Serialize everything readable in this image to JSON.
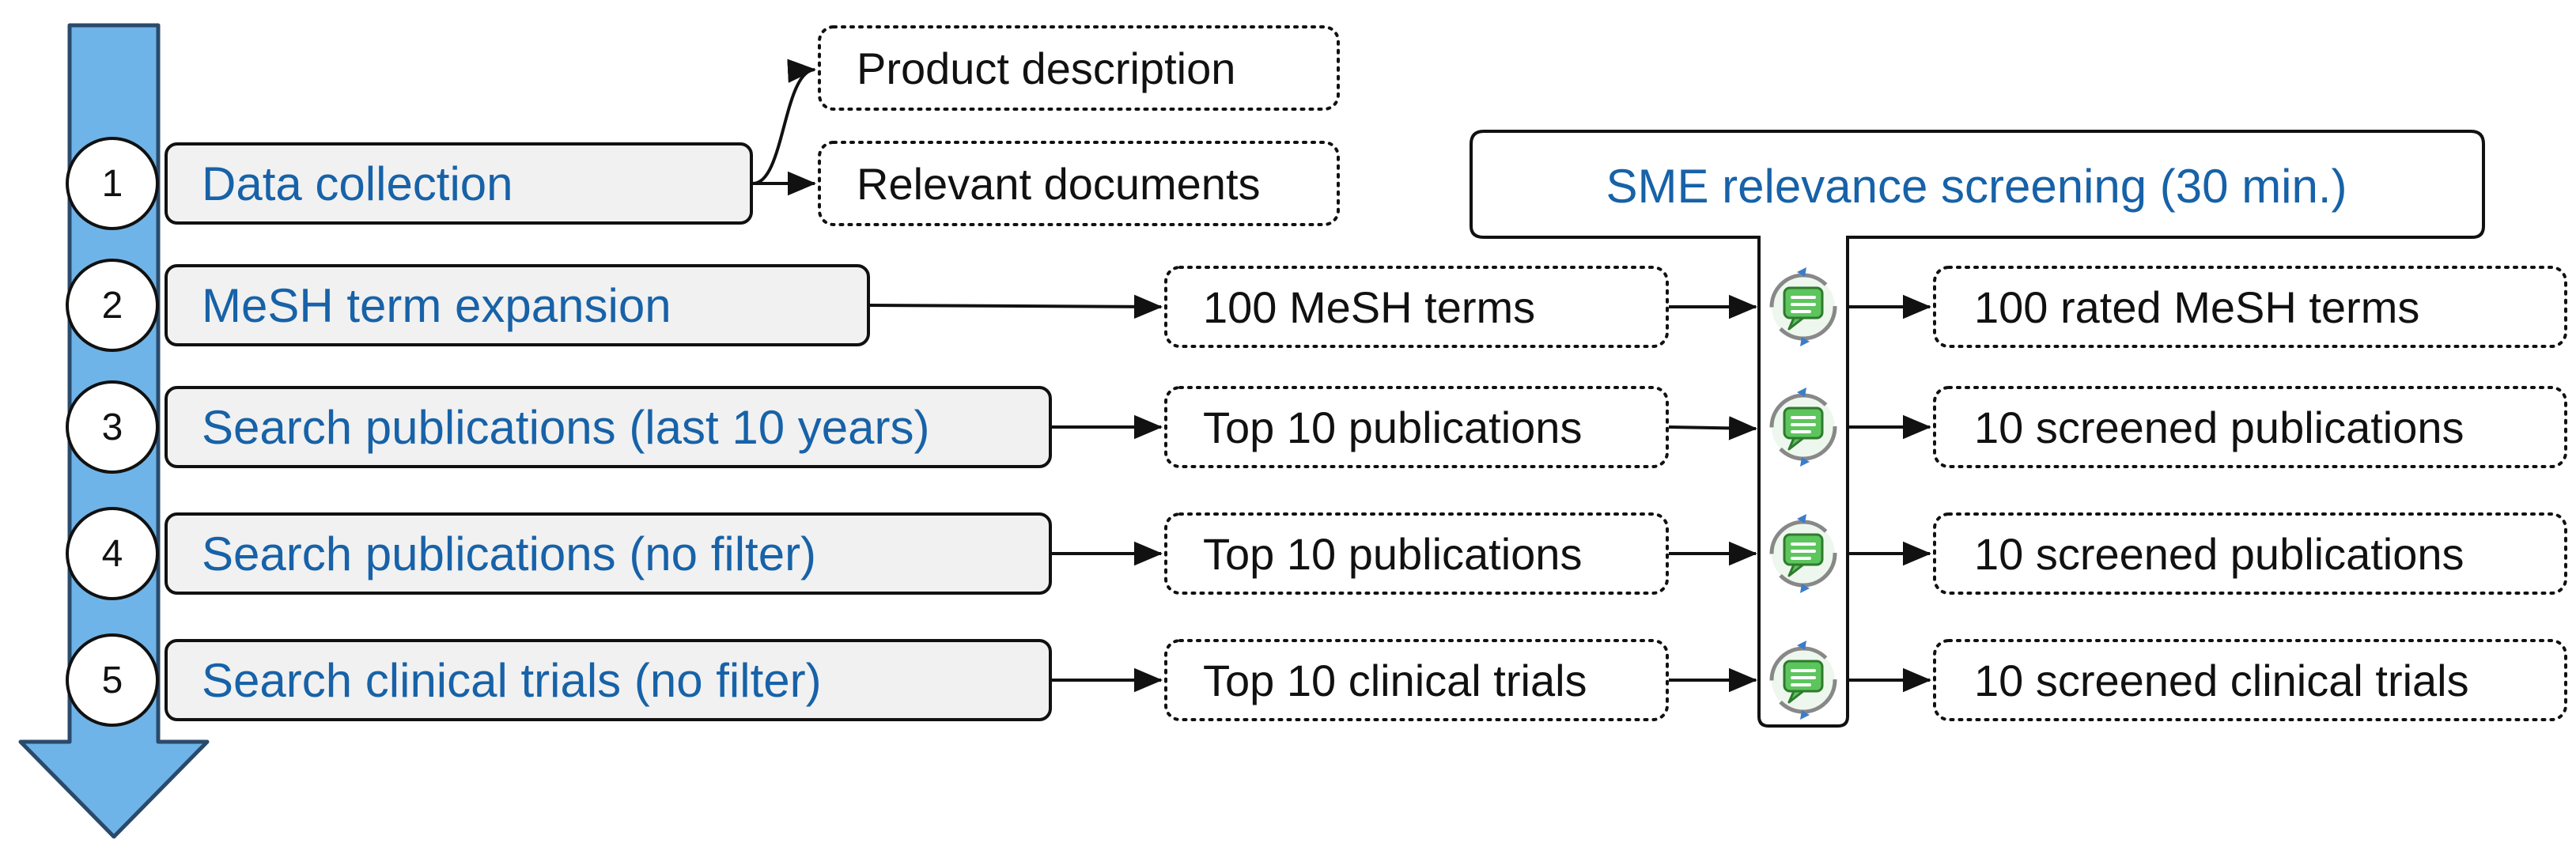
{
  "colors": {
    "process_arrow": "#6fb4e8",
    "step_text": "#1762a8",
    "step_box_fill": "#f1f1f1",
    "chat_icon": "#5cc55c"
  },
  "steps": [
    {
      "number": "1",
      "label": "Data collection"
    },
    {
      "number": "2",
      "label": "MeSH term expansion"
    },
    {
      "number": "3",
      "label": "Search publications (last 10 years)"
    },
    {
      "number": "4",
      "label": "Search publications (no filter)"
    },
    {
      "number": "5",
      "label": "Search clinical trials (no filter)"
    }
  ],
  "collection_outputs": [
    "Product description",
    "Relevant documents"
  ],
  "search_outputs": [
    "100 MeSH terms",
    "Top 10 publications",
    "Top 10 publications",
    "Top 10 clinical trials"
  ],
  "screening": {
    "title": "SME relevance screening (30 min.)",
    "icon": "chat-refresh-icon"
  },
  "screened_outputs": [
    "100 rated MeSH terms",
    "10 screened publications",
    "10 screened publications",
    "10 screened clinical trials"
  ]
}
